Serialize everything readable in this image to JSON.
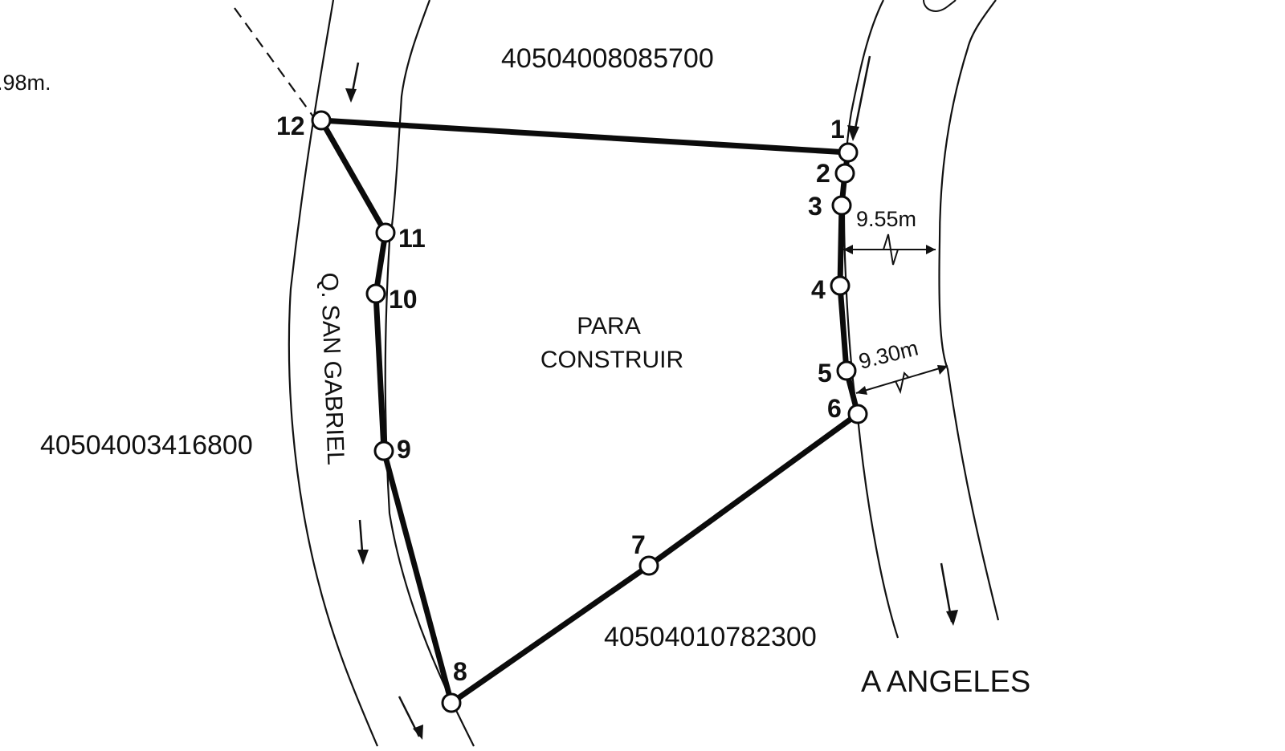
{
  "parcels": {
    "north": "40504008085700",
    "west": "40504003416800",
    "south": "40504010782300"
  },
  "main_area_label": [
    "PARA",
    "CONSTRUIR"
  ],
  "stream_label": "Q. SAN GABRIEL",
  "destination_label": "A ANGELES",
  "dimensions": {
    "top_left_partial": ".98m.",
    "width_upper": "9.55m",
    "width_lower": "9.30m"
  },
  "vertices": [
    "1",
    "2",
    "3",
    "4",
    "5",
    "6",
    "7",
    "8",
    "9",
    "10",
    "11",
    "12"
  ],
  "colors": {
    "line": "#0b0b0b",
    "background": "#ffffff"
  }
}
